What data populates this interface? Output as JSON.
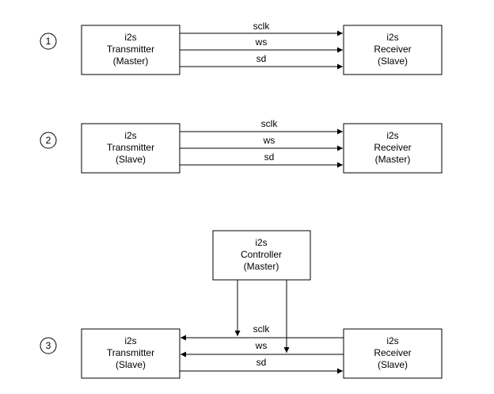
{
  "diagrams": [
    {
      "number": "1",
      "left_box": [
        "i2s",
        "Transmitter",
        "(Master)"
      ],
      "right_box": [
        "i2s",
        "Receiver",
        "(Slave)"
      ],
      "signals": [
        "sclk",
        "ws",
        "sd"
      ]
    },
    {
      "number": "2",
      "left_box": [
        "i2s",
        "Transmitter",
        "(Slave)"
      ],
      "right_box": [
        "i2s",
        "Receiver",
        "(Master)"
      ],
      "signals": [
        "sclk",
        "ws",
        "sd"
      ]
    },
    {
      "number": "3",
      "controller_box": [
        "i2s",
        "Controller",
        "(Master)"
      ],
      "left_box": [
        "i2s",
        "Transmitter",
        "(Slave)"
      ],
      "right_box": [
        "i2s",
        "Receiver",
        "(Slave)"
      ],
      "signals": [
        "sclk",
        "ws",
        "sd"
      ]
    }
  ]
}
